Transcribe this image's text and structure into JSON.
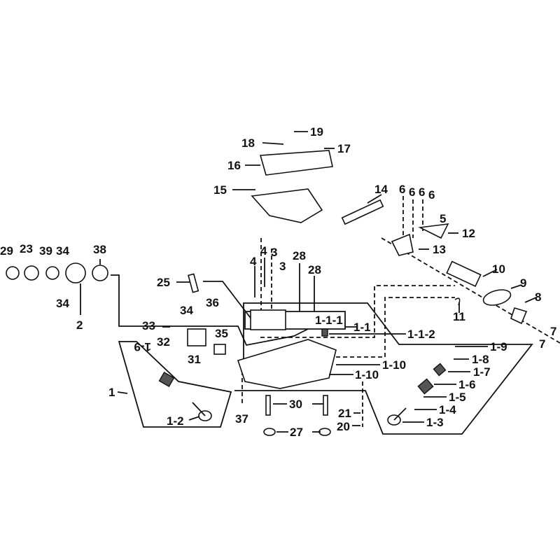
{
  "diagram": {
    "title": "Cylinder head exploded parts diagram",
    "callouts": [
      "19",
      "18",
      "17",
      "16",
      "15",
      "14",
      "6",
      "6",
      "6",
      "6",
      "5",
      "12",
      "13",
      "10",
      "9",
      "8",
      "7",
      "7",
      "11",
      "29",
      "23",
      "39",
      "34",
      "38",
      "34",
      "2",
      "25",
      "4",
      "4",
      "3",
      "3",
      "28",
      "28",
      "36",
      "34",
      "33",
      "1-1-1",
      "1-1",
      "1-1-2",
      "32",
      "35",
      "31",
      "1-9",
      "1-8",
      "1-7",
      "1-10",
      "1-10",
      "1-6",
      "1-5",
      "1-4",
      "1-3",
      "1",
      "30",
      "21",
      "37",
      "20",
      "1-2",
      "27"
    ],
    "valve_sub_label": "1-9"
  }
}
